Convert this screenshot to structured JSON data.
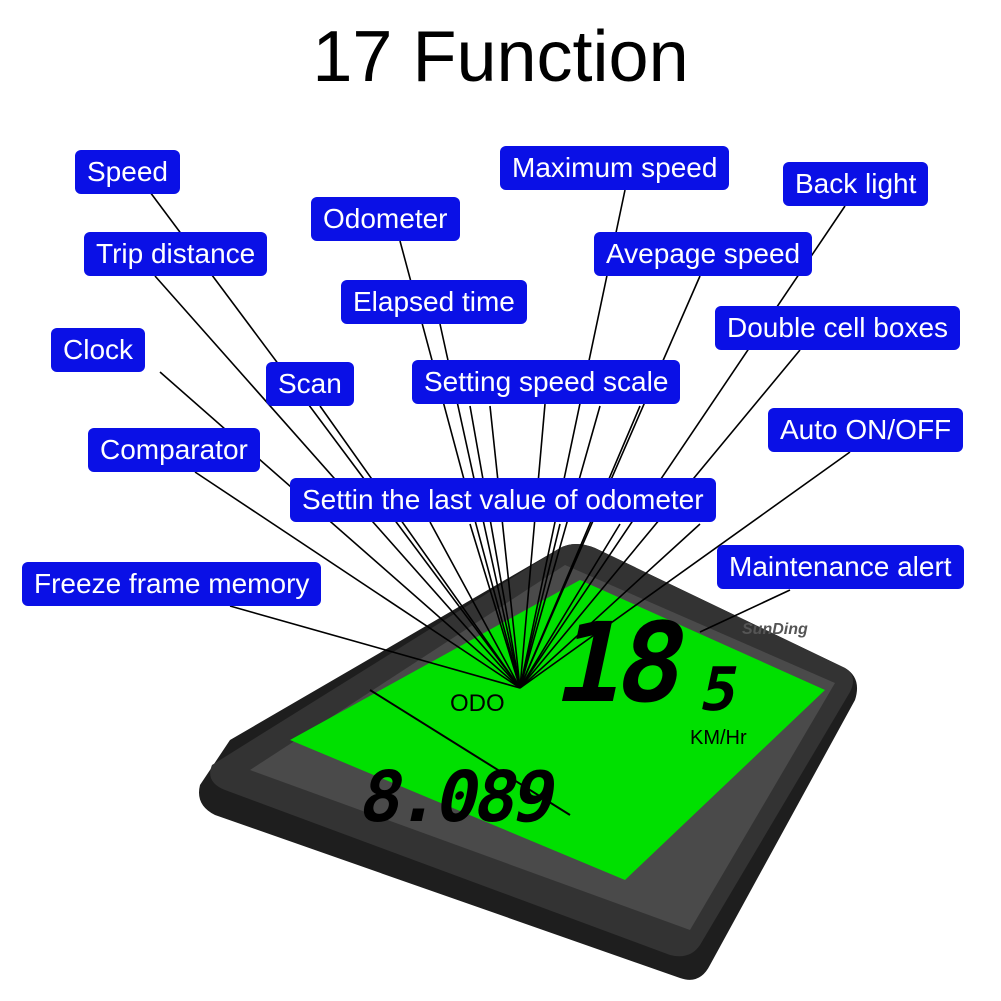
{
  "title": "17 Function",
  "labels": [
    {
      "id": "speed",
      "text": "Speed"
    },
    {
      "id": "maximum-speed",
      "text": "Maximum speed"
    },
    {
      "id": "back-light",
      "text": "Back light"
    },
    {
      "id": "odometer",
      "text": "Odometer"
    },
    {
      "id": "trip-distance",
      "text": "Trip distance"
    },
    {
      "id": "avepage-speed",
      "text": "Avepage speed"
    },
    {
      "id": "elapsed-time",
      "text": "Elapsed time"
    },
    {
      "id": "double-cell-boxes",
      "text": "Double cell boxes"
    },
    {
      "id": "clock",
      "text": "Clock"
    },
    {
      "id": "scan",
      "text": "Scan"
    },
    {
      "id": "setting-speed-scale",
      "text": "Setting speed scale"
    },
    {
      "id": "auto-on-off",
      "text": "Auto ON/OFF"
    },
    {
      "id": "comparator",
      "text": "Comparator"
    },
    {
      "id": "settin-last-value-odometer",
      "text": "Settin the last value of odometer"
    },
    {
      "id": "maintenance-alert",
      "text": "Maintenance alert"
    },
    {
      "id": "freeze-frame-memory",
      "text": "Freeze frame memory"
    }
  ],
  "device": {
    "brand": "SunDing",
    "speed_main": "18",
    "speed_decimal": "5",
    "unit": "KM/Hr",
    "mode": "ODO",
    "odometer": "8.089",
    "colors": {
      "screen": "#00e000",
      "body": "#2a2a2a",
      "label_bg": "#0a10e6"
    }
  }
}
